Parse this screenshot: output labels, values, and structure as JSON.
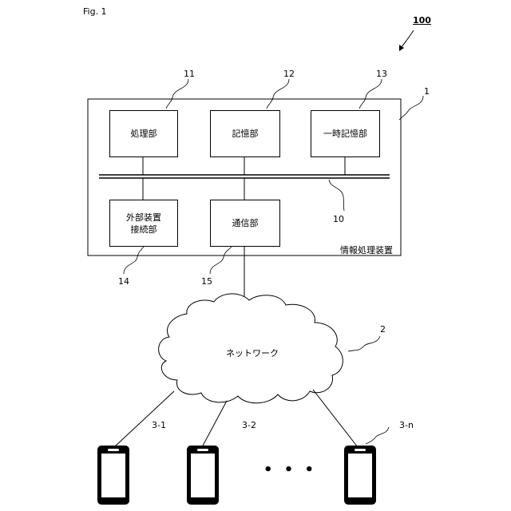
{
  "figure_label": "Fig. 1",
  "system_ref": "100",
  "device": {
    "ref": "1",
    "name": "情報処理装置",
    "processing_unit": {
      "ref": "11",
      "label": "処理部"
    },
    "storage_unit": {
      "ref": "12",
      "label": "記憶部"
    },
    "temp_storage_unit": {
      "ref": "13",
      "label": "一時記憶部"
    },
    "bus": {
      "ref": "10"
    },
    "external_connection_unit": {
      "ref": "14",
      "label": "外部装置\n接続部"
    },
    "communication_unit": {
      "ref": "15",
      "label": "通信部"
    }
  },
  "network": {
    "ref": "2",
    "label": "ネットワーク"
  },
  "terminals": [
    {
      "ref": "3-1"
    },
    {
      "ref": "3-2"
    },
    {
      "ref": "3-n"
    }
  ],
  "ellipsis": "• • •"
}
